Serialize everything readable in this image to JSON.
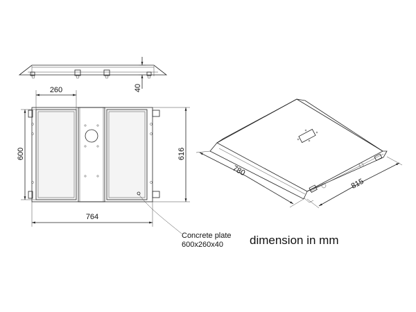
{
  "dimensions": {
    "side_height": "40",
    "plate_width": "260",
    "overall_height": "600",
    "overall_height_outer": "616",
    "overall_width": "764",
    "iso_length": "780",
    "iso_width": "815"
  },
  "annotation": {
    "line1": "Concrete plate",
    "line2": "600x260x40"
  },
  "unit_note": "dimension in mm"
}
